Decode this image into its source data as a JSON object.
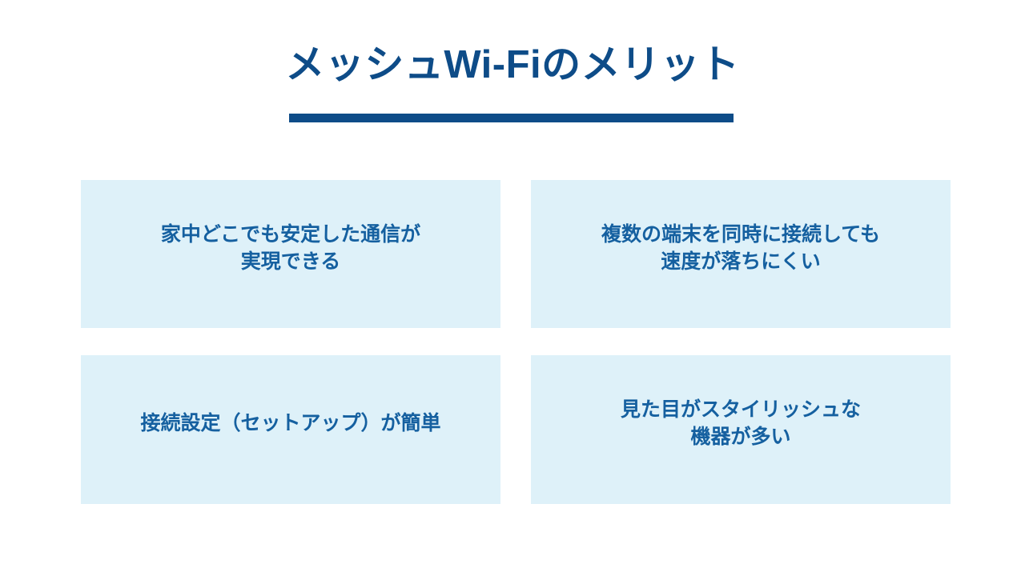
{
  "slide": {
    "background_color": "#FFFFFF",
    "title": "メッシュWi-Fiのメリット",
    "title_color": "#0E4C88",
    "rule_color": "#0E4C88",
    "card_background_color": "#DEF1F9",
    "card_text_color": "#1560A0"
  },
  "cards": [
    {
      "text": "家中どこでも安定した通信が\n実現できる"
    },
    {
      "text": "複数の端末を同時に接続しても\n速度が落ちにくい"
    },
    {
      "text": "接続設定（セットアップ）が簡単"
    },
    {
      "text": "見た目がスタイリッシュな\n機器が多い"
    }
  ]
}
